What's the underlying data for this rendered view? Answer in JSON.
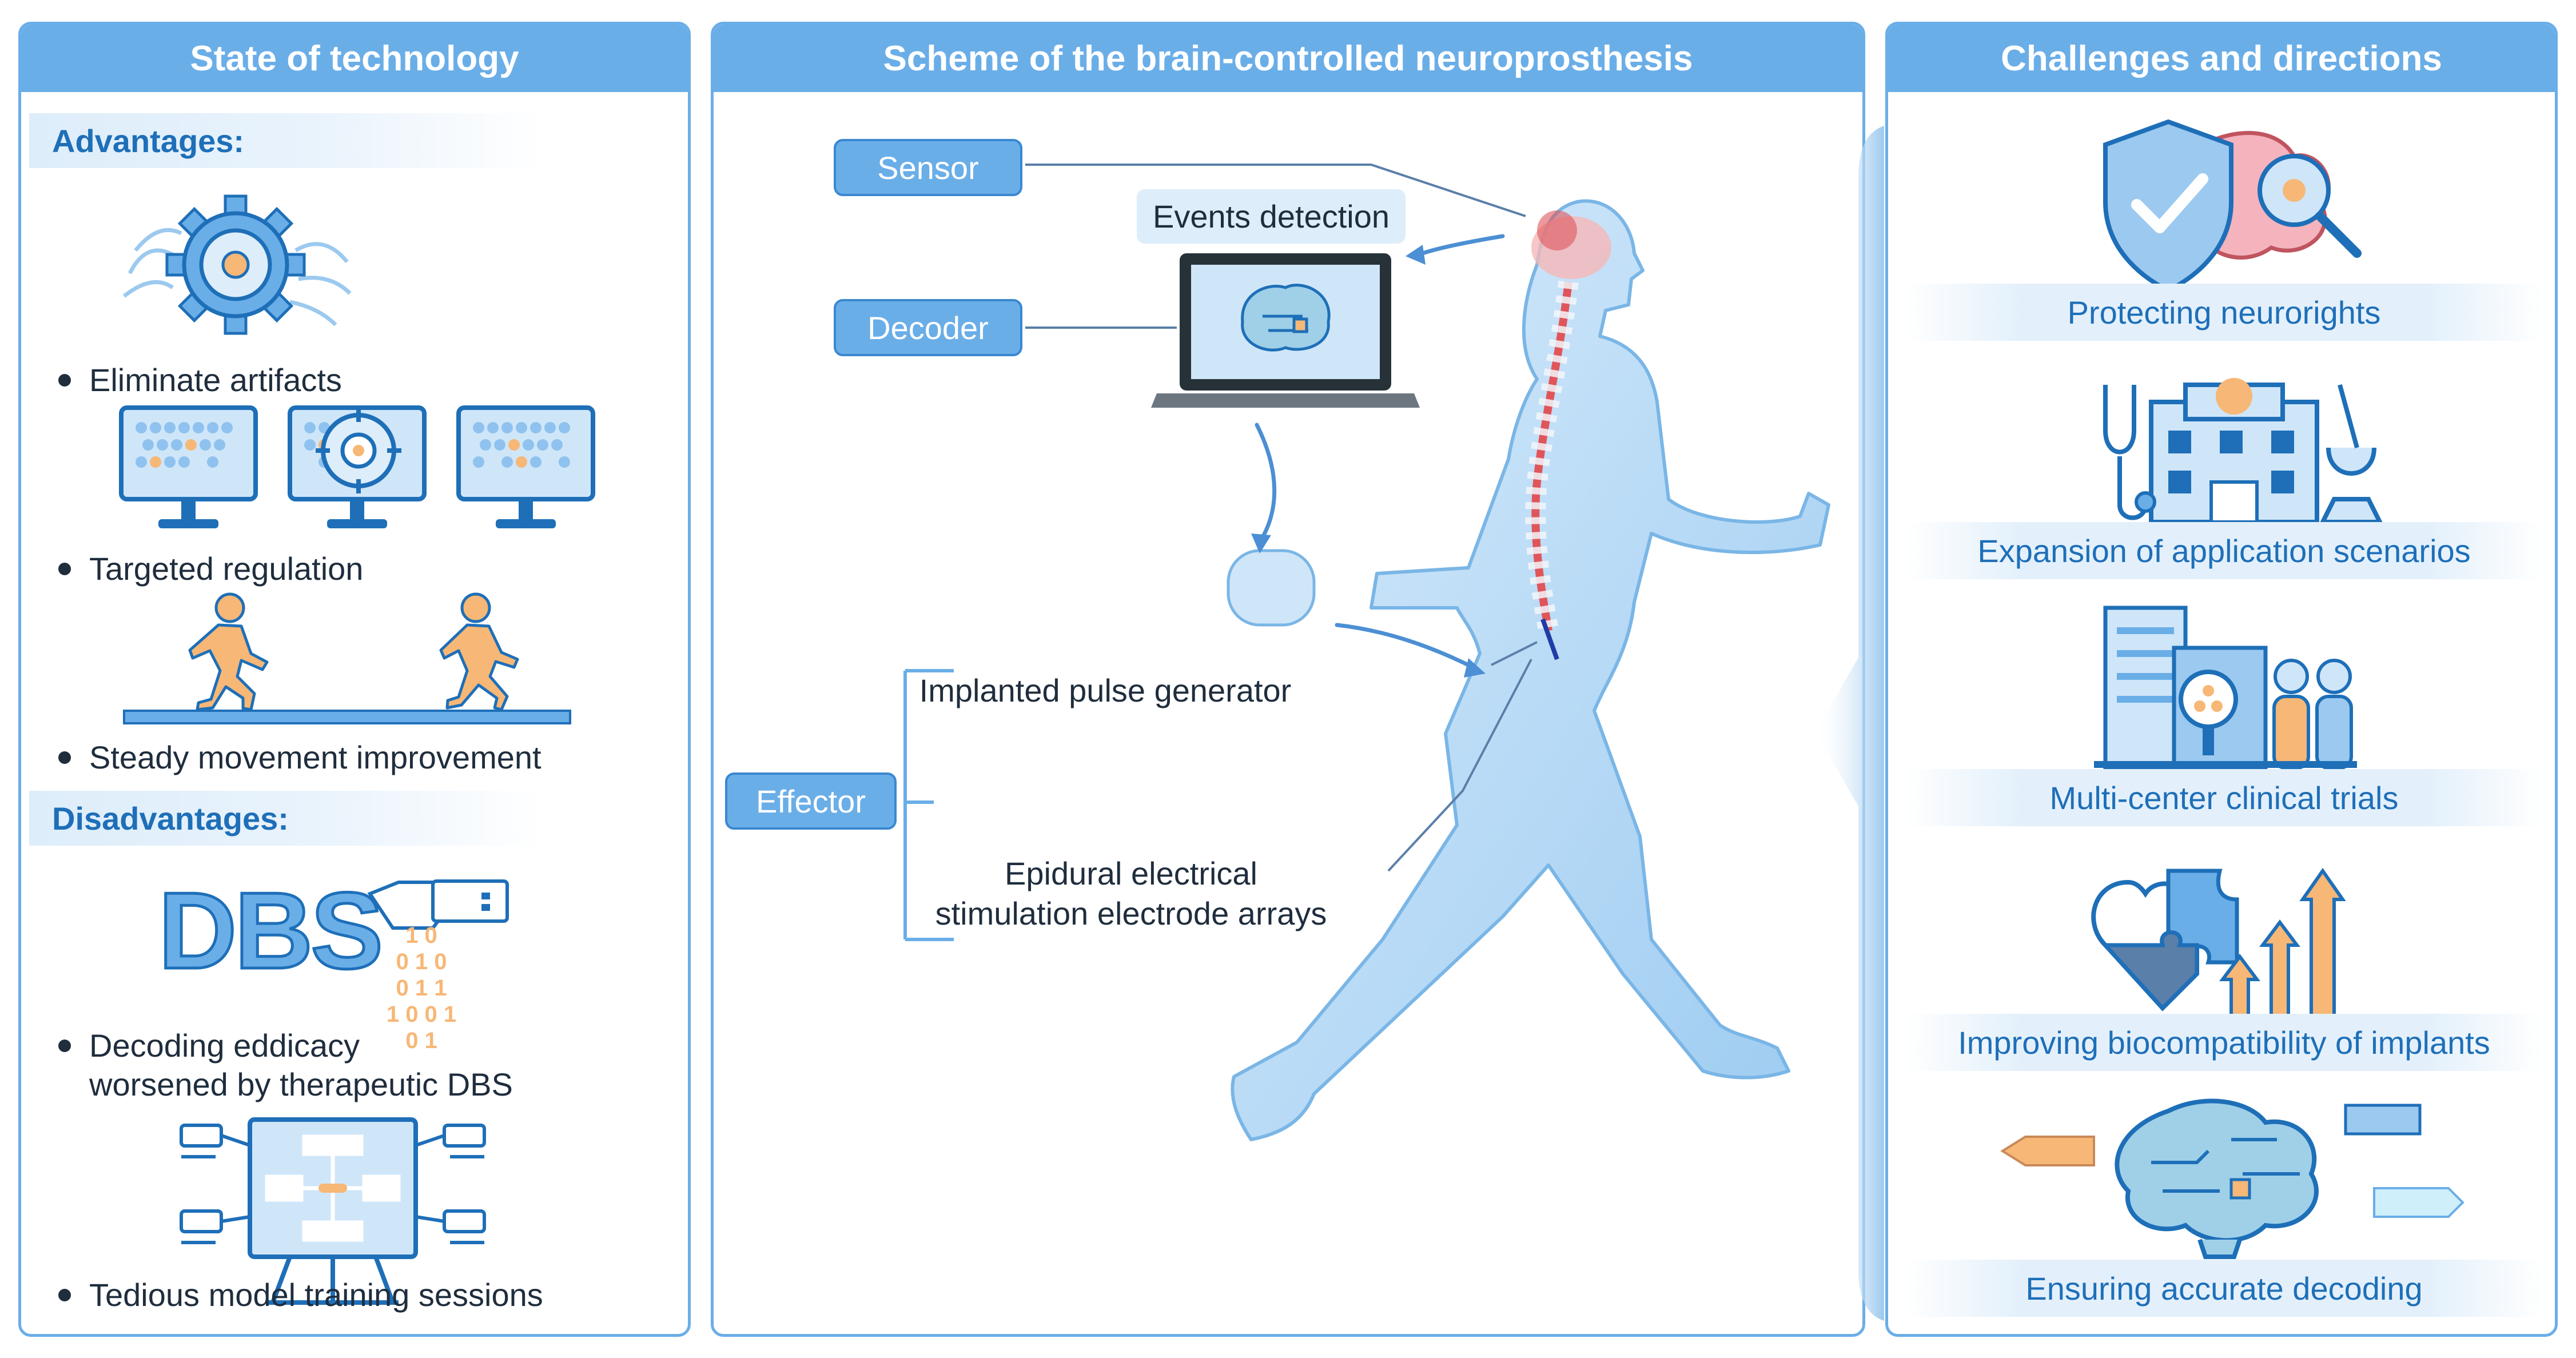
{
  "colors": {
    "accent": "#6aaee8",
    "dark_blue": "#1e6fb8",
    "orange": "#f7b776",
    "body_blue": "#bcdcf5",
    "spine_red": "#e0555a"
  },
  "left_panel": {
    "title": "State of technology",
    "advantages_heading": "Advantages:",
    "advantages": [
      {
        "label": "Eliminate artifacts",
        "icon": "gear-icon"
      },
      {
        "label": "Targeted regulation",
        "icon": "monitor-target-icon"
      },
      {
        "label": "Steady movement improvement",
        "icon": "walking-person-icon"
      }
    ],
    "disadvantages_heading": "Disadvantages:",
    "disadvantages": [
      {
        "label_line1": "Decoding eddicacy",
        "label_line2": "worsened by therapeutic DBS",
        "icon": "dbs-usb-icon"
      },
      {
        "label": "Tedious model training sessions",
        "icon": "training-board-icon"
      }
    ],
    "dbs_text": "DBS",
    "binary_digits": [
      "1 0",
      "0 1 0",
      "0 1 1",
      "1 0 0 1",
      "0 1"
    ]
  },
  "middle_panel": {
    "title": "Scheme of the brain-controlled neuroprosthesis",
    "sensor_label": "Sensor",
    "events_label": "Events detection",
    "decoder_label": "Decoder",
    "effector_label": "Effector",
    "pulse_generator_label": "Implanted pulse generator",
    "electrode_line1": "Epidural electrical",
    "electrode_line2": "stimulation electrode arrays"
  },
  "right_panel": {
    "title": "Challenges and directions",
    "items": [
      {
        "label": "Protecting neurorights",
        "icon": "shield-brain-icon"
      },
      {
        "label": "Expansion of application scenarios",
        "icon": "hospital-stethoscope-icon"
      },
      {
        "label": "Multi-center clinical trials",
        "icon": "buildings-people-icon"
      },
      {
        "label": "Improving biocompatibility of implants",
        "icon": "puzzle-arrows-icon"
      },
      {
        "label": "Ensuring accurate decoding",
        "icon": "circuit-brain-icon"
      }
    ]
  }
}
